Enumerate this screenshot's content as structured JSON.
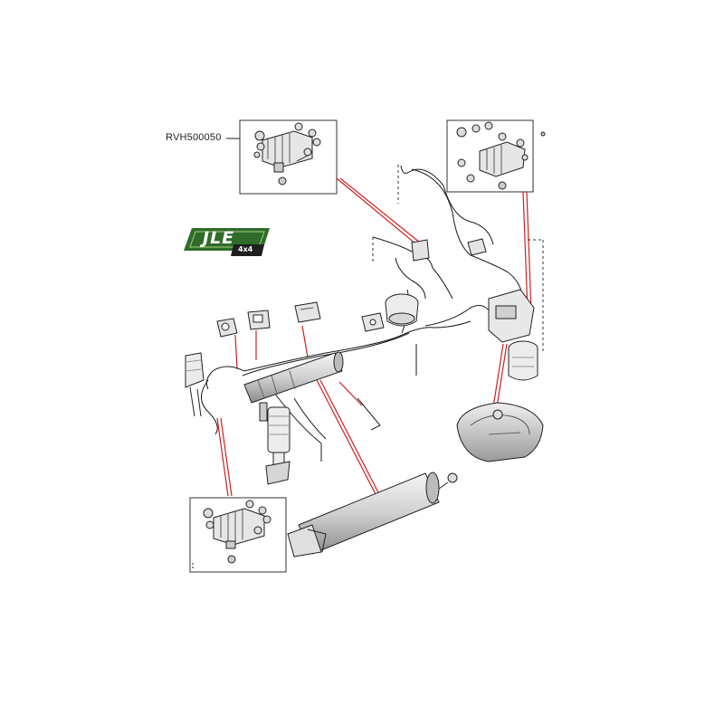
{
  "part_label": "RVH500050",
  "logo": {
    "main": "JLE",
    "sub": "4x4",
    "color": "#2f6b2a"
  },
  "colors": {
    "line": "#1a1a1a",
    "callout": "#d02020",
    "fill": "#e9e9e9",
    "shade": "#bdbdbd"
  }
}
